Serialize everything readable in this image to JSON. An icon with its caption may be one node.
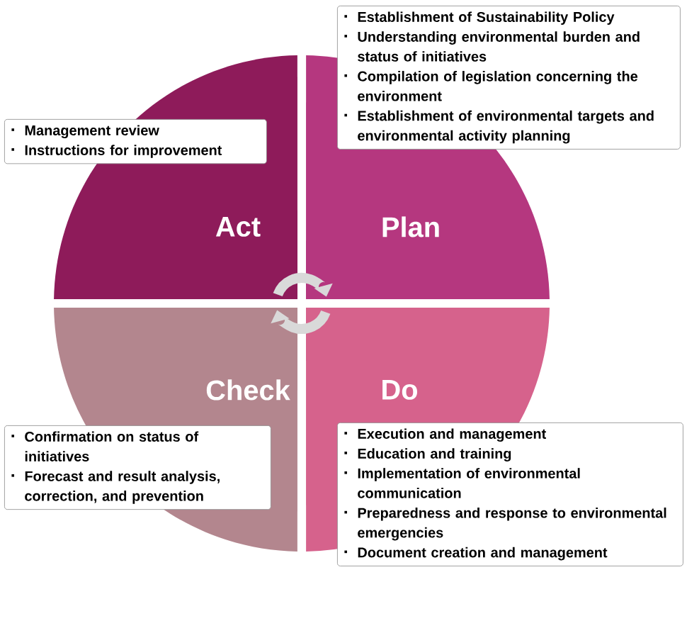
{
  "diagram": {
    "nodes": [
      {
        "text": [
          "Establishment of Sustainability Policy",
          "Understanding environmental burden and status of initiatives",
          "Compilation of legislation concerning the environment",
          "Establishment of environmental targets and environmental activity planning"
        ]
      },
      {
        "text": [
          "Management review",
          "Instructions for improvement"
        ]
      },
      {
        "text": [
          "Act"
        ]
      },
      {
        "text": [
          "Plan"
        ]
      },
      {
        "text": [
          "Check"
        ]
      },
      {
        "text": [
          "Do"
        ]
      },
      {
        "text": [
          "Confirmation on status of initiatives",
          "Forecast and result analysis, correction, and prevention"
        ]
      },
      {
        "text": [
          "Execution and management",
          "Education and training",
          "Implementation of environmental communication",
          "Preparedness and response to environmental emergencies",
          "Document creation and management"
        ]
      }
    ],
    "edges": [
      {
        "from": 2,
        "to": 3,
        "arrow": "to"
      },
      {
        "from": 5,
        "to": 4,
        "arrow": "to"
      }
    ]
  }
}
